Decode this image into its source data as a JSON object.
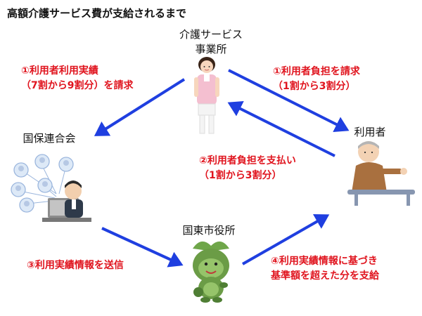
{
  "title": "高額介護サービス費が支給されるまで",
  "nodes": {
    "provider": {
      "line1": "介護サービス",
      "line2": "事業所"
    },
    "federation": {
      "label": "国保連合会"
    },
    "user": {
      "label": "利用者"
    },
    "city": {
      "label": "国東市役所"
    }
  },
  "steps": {
    "s1_left": {
      "line1": "①利用者利用実績",
      "line2": "（7割から9割分）を請求"
    },
    "s1_right": {
      "line1": "①利用者負担を請求",
      "line2": "（1割から3割分）"
    },
    "s2": {
      "line1": "②利用者負担を支払い",
      "line2": "（1割から3割分）"
    },
    "s3": {
      "label": "③利用実績情報を送信"
    },
    "s4": {
      "line1": "④利用実績情報に基づき",
      "line2": "基準額を超えた分を支給"
    }
  },
  "colors": {
    "arrow": "#1f3fe0",
    "step_text": "#e0141e"
  },
  "icons": [
    "nurse-illustration",
    "computer-operator-illustration",
    "elderly-user-illustration",
    "city-mascot-illustration"
  ]
}
